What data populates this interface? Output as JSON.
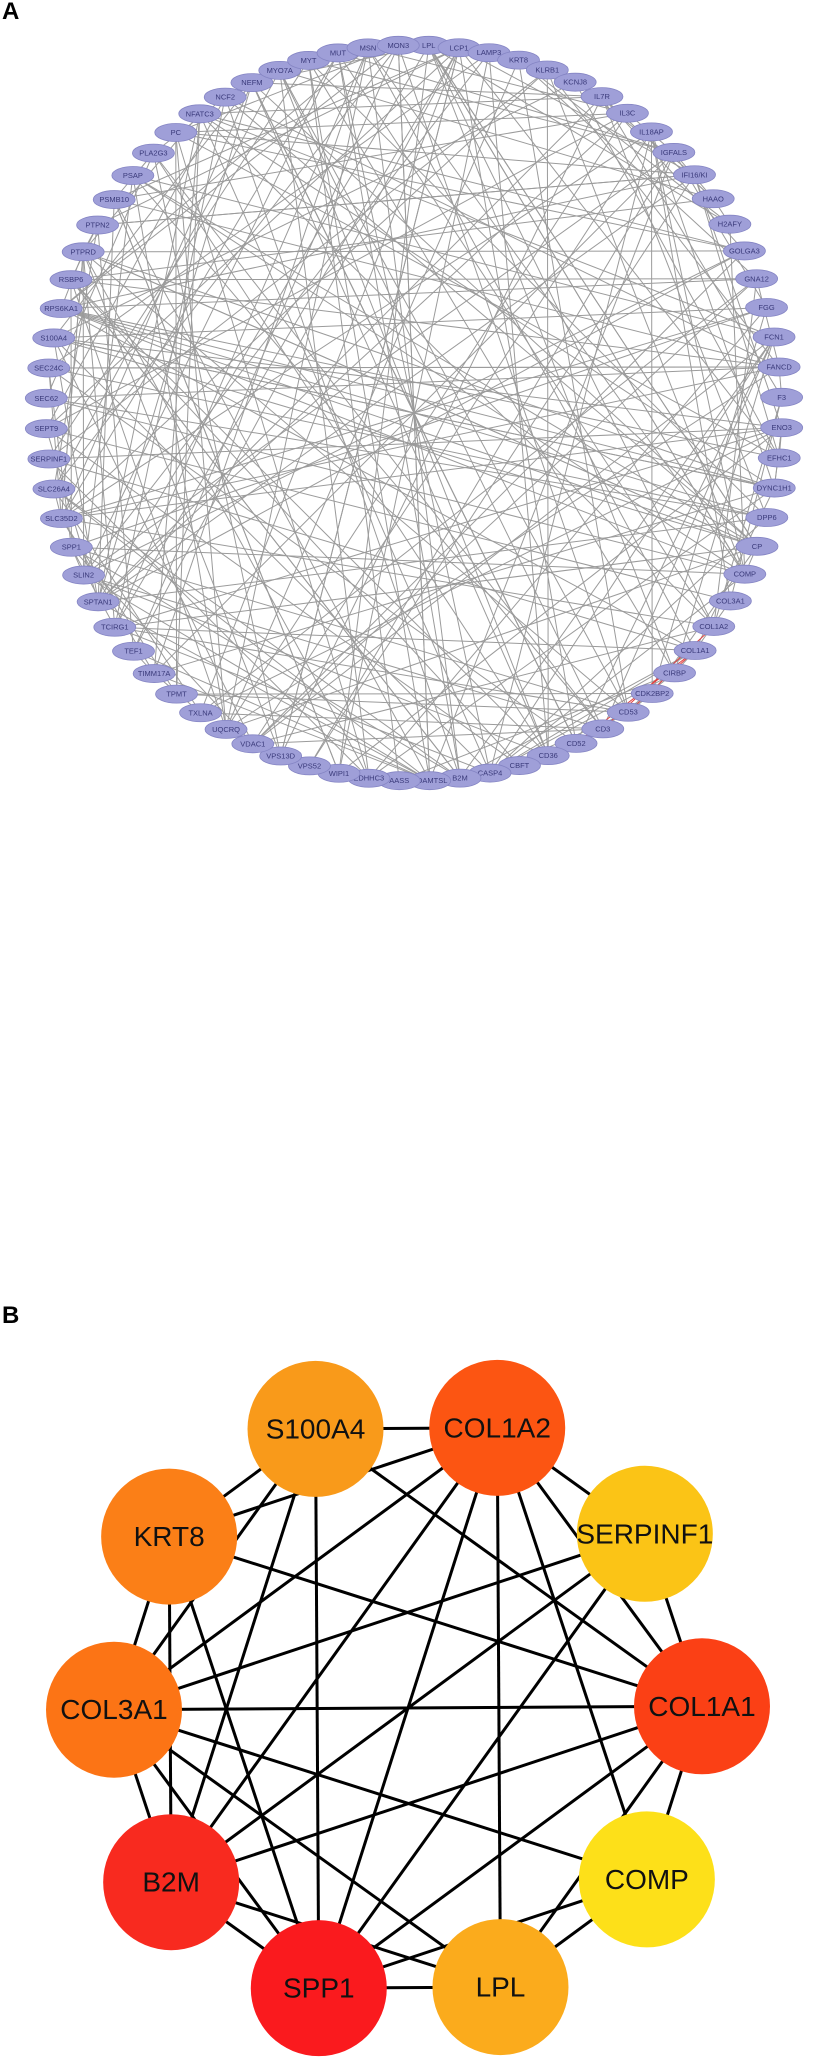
{
  "panel_a": {
    "label": "A",
    "nodes": [
      "LPL",
      "LCP1",
      "LAMP3",
      "KRT8",
      "KLRB1",
      "KCNJ8",
      "IL7R",
      "IL3C",
      "IL18AP",
      "IGFALS",
      "IFI16/KI",
      "HAAO",
      "H2AFY",
      "GOLGA3",
      "GNA12",
      "FGG",
      "FCN1",
      "FANCD",
      "F3",
      "ENO3",
      "EFHC1",
      "DYNC1H1",
      "DPP6",
      "CP",
      "COMP",
      "COL3A1",
      "COL1A2",
      "COL1A1",
      "CIRBP",
      "CDK2BP2",
      "CD53",
      "CD3",
      "CD52",
      "CD36",
      "CBFT",
      "CASP4",
      "B2M",
      "ADAMTSL",
      "AASS",
      "ZDHHC3",
      "WIPI1",
      "VPS52",
      "VPS13D",
      "VDAC1",
      "UQCRQ",
      "TXLNA",
      "TPMT",
      "TIMM17A",
      "TEF1",
      "TCIRG1",
      "SPTAN1",
      "SLIN2",
      "SPP1",
      "SLC35D2",
      "SLC26A4",
      "SERPINF1",
      "SEPT9",
      "SEC62",
      "SEC24C",
      "S100A4",
      "RPS6KA1",
      "RSBP6",
      "PTPRD",
      "PTPN2",
      "PSMB10",
      "PSAP",
      "PLA2G3",
      "PC",
      "NFATC3",
      "NCF2",
      "NEFM",
      "MYO7A",
      "MYT",
      "MUT",
      "MSN",
      "MON3"
    ],
    "highlight_edges": [
      [
        "COL1A1",
        "CD53"
      ],
      [
        "COL1A2",
        "CD3"
      ],
      [
        "COL1A1",
        "CD52"
      ]
    ]
  },
  "panel_b": {
    "label": "B",
    "nodes": [
      {
        "name": "S100A4",
        "color": "#f99a1a"
      },
      {
        "name": "COL1A2",
        "color": "#fc5512"
      },
      {
        "name": "SERPINF1",
        "color": "#fbc416"
      },
      {
        "name": "COL1A1",
        "color": "#fb4015"
      },
      {
        "name": "COMP",
        "color": "#fde019"
      },
      {
        "name": "LPL",
        "color": "#fbab1c"
      },
      {
        "name": "SPP1",
        "color": "#fa1a1e"
      },
      {
        "name": "B2M",
        "color": "#f82a1f"
      },
      {
        "name": "COL3A1",
        "color": "#fc7415"
      },
      {
        "name": "KRT8",
        "color": "#fb7f17"
      }
    ],
    "edges": [
      [
        "S100A4",
        "COL1A2"
      ],
      [
        "S100A4",
        "KRT8"
      ],
      [
        "S100A4",
        "COL3A1"
      ],
      [
        "S100A4",
        "B2M"
      ],
      [
        "S100A4",
        "SPP1"
      ],
      [
        "S100A4",
        "COL1A1"
      ],
      [
        "COL1A2",
        "SERPINF1"
      ],
      [
        "COL1A2",
        "COL1A1"
      ],
      [
        "COL1A2",
        "COMP"
      ],
      [
        "COL1A2",
        "LPL"
      ],
      [
        "COL1A2",
        "SPP1"
      ],
      [
        "COL1A2",
        "B2M"
      ],
      [
        "COL1A2",
        "COL3A1"
      ],
      [
        "COL1A2",
        "KRT8"
      ],
      [
        "SERPINF1",
        "COL1A1"
      ],
      [
        "SERPINF1",
        "COL3A1"
      ],
      [
        "SERPINF1",
        "SPP1"
      ],
      [
        "SERPINF1",
        "B2M"
      ],
      [
        "COL1A1",
        "COMP"
      ],
      [
        "COL1A1",
        "LPL"
      ],
      [
        "COL1A1",
        "SPP1"
      ],
      [
        "COL1A1",
        "B2M"
      ],
      [
        "COL1A1",
        "COL3A1"
      ],
      [
        "COL1A1",
        "KRT8"
      ],
      [
        "COMP",
        "LPL"
      ],
      [
        "COMP",
        "SPP1"
      ],
      [
        "COMP",
        "COL3A1"
      ],
      [
        "LPL",
        "SPP1"
      ],
      [
        "LPL",
        "B2M"
      ],
      [
        "LPL",
        "COL3A1"
      ],
      [
        "SPP1",
        "B2M"
      ],
      [
        "SPP1",
        "COL3A1"
      ],
      [
        "SPP1",
        "KRT8"
      ],
      [
        "B2M",
        "COL3A1"
      ],
      [
        "B2M",
        "KRT8"
      ],
      [
        "COL3A1",
        "KRT8"
      ]
    ]
  }
}
